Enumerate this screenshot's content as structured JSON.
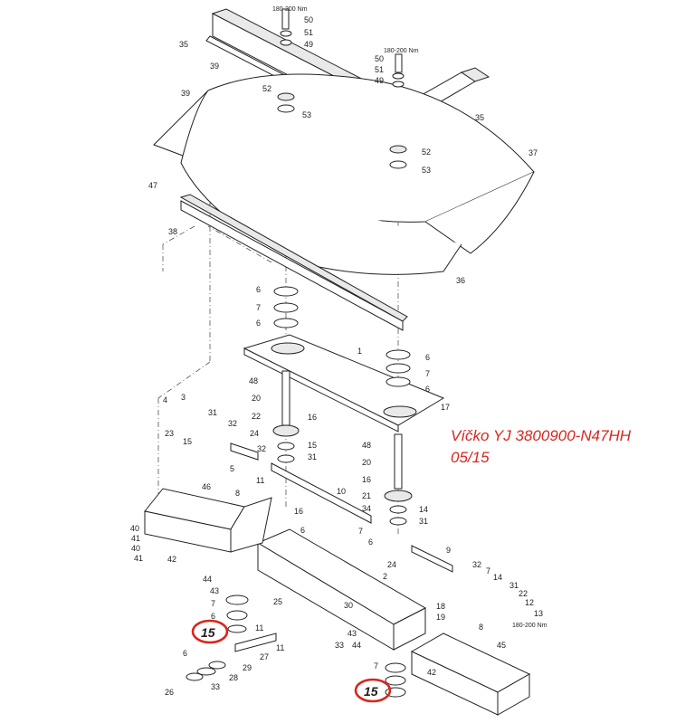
{
  "note": {
    "line1": "Víčko YJ 3800900-N47HH",
    "line2": "05/15"
  },
  "torque_labels": [
    "180-200 Nm",
    "180-200 Nm",
    "180-200 Nm"
  ],
  "callouts": {
    "c1": "50",
    "c2": "51",
    "c3": "49",
    "c4": "35",
    "c5": "39",
    "c6": "50",
    "c7": "51",
    "c8": "49",
    "c9": "39",
    "c10": "52",
    "c11": "53",
    "c12": "35",
    "c13": "52",
    "c14": "53",
    "c15": "37",
    "c16": "47",
    "c17": "38",
    "c18": "36",
    "c19": "6",
    "c20": "7",
    "c21": "6",
    "c22": "1",
    "c23": "6",
    "c24": "7",
    "c25": "6",
    "c26": "48",
    "c27": "17",
    "c28": "20",
    "c29": "16",
    "c30": "4",
    "c31": "3",
    "c32": "22",
    "c33": "31",
    "c34": "32",
    "c35": "24",
    "c36": "23",
    "c37": "15",
    "c38": "15",
    "c39": "31",
    "c40": "5",
    "c41": "32",
    "c42": "11",
    "c43": "48",
    "c44": "20",
    "c45": "16",
    "c46": "21",
    "c47": "14",
    "c48": "31",
    "c49": "10",
    "c50": "46",
    "c51": "8",
    "c52": "16",
    "c53": "34",
    "c54": "6",
    "c55": "7",
    "c56": "6",
    "c57": "24",
    "c58": "9",
    "c59": "40",
    "c60": "41",
    "c61": "40",
    "c62": "41",
    "c63": "42",
    "c64": "2",
    "c65": "44",
    "c66": "43",
    "c67": "32",
    "c68": "7",
    "c69": "14",
    "c70": "31",
    "c71": "12",
    "c72": "22",
    "c73": "13",
    "c74": "7",
    "c75": "25",
    "c76": "30",
    "c77": "18",
    "c78": "19",
    "c79": "6",
    "c80": "8",
    "c81": "11",
    "c82": "43",
    "c83": "44",
    "c84": "45",
    "c85": "33",
    "c86": "27",
    "c87": "11",
    "c88": "6",
    "c89": "28",
    "c90": "29",
    "c91": "26",
    "c92": "33",
    "c93": "7",
    "c94": "42",
    "c95": "15",
    "c96": "15"
  }
}
